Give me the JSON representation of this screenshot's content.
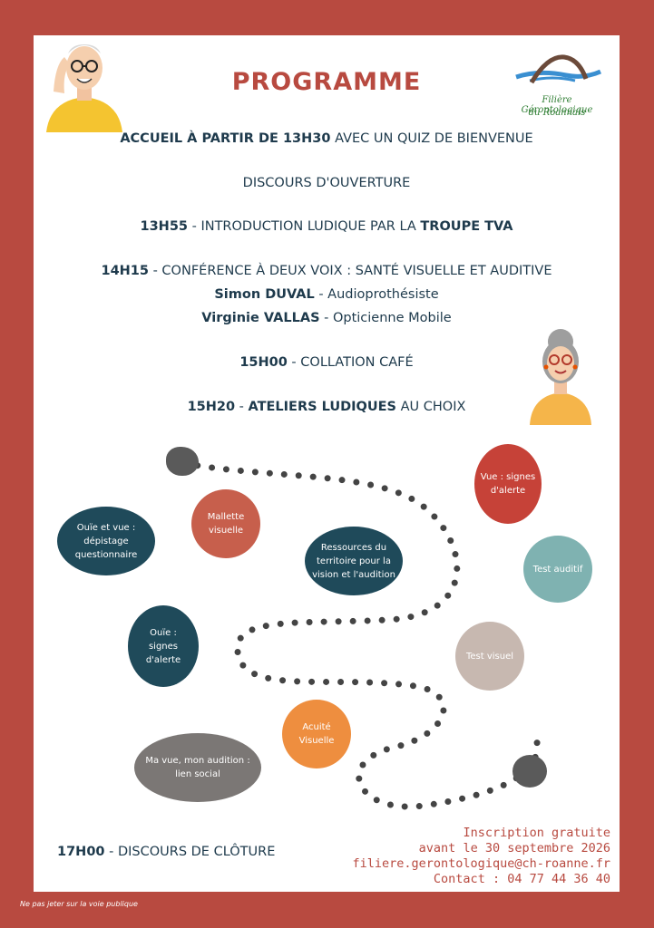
{
  "header": {
    "title": "PROGRAMME",
    "logo_line1": "Filière Gérontologique",
    "logo_line2": "du Roannais"
  },
  "schedule": {
    "l1_bold": "ACCUEIL À PARTIR DE 13H30",
    "l1_text": " AVEC UN QUIZ DE BIENVENUE",
    "l2_text": "DISCOURS D'OUVERTURE",
    "l3_bold": "13H55",
    "l3_text": " - INTRODUCTION LUDIQUE PAR LA ",
    "l3_bold2": "TROUPE TVA",
    "l4_bold": "14H15",
    "l4_text": " - CONFÉRENCE À DEUX VOIX : SANTÉ VISUELLE ET AUDITIVE",
    "l5_bold": "Simon DUVAL",
    "l5_text": " - Audioprothésiste",
    "l6_bold": "Virginie VALLAS",
    "l6_text": " - Opticienne Mobile",
    "l7_bold": "15H00",
    "l7_text": " - COLLATION CAFÉ",
    "l8_bold": "15H20",
    "l8_text": " - ",
    "l8_bold2": "ATELIERS LUDIQUES",
    "l8_text2": " AU CHOIX"
  },
  "workshops": {
    "ouie_vue": "Ouïe et vue :\ndépistage\nquestionnaire",
    "mallette": "Mallette\nvisuelle",
    "ressources": "Ressources du\nterritoire pour la\nvision et l'audition",
    "vue_signes": "Vue : signes\nd'alerte",
    "test_auditif": "Test auditif",
    "ouie_signes": "Ouïe :\nsignes\nd'alerte",
    "test_visuel": "Test visuel",
    "acuite": "Acuité\nVisuelle",
    "lien_social": "Ma vue, mon audition :\nlien social"
  },
  "footer": {
    "closing_bold": "17H00",
    "closing_text": " - DISCOURS DE CLÔTURE",
    "inscription": "Inscription gratuite",
    "deadline": "avant le 30 septembre 2026",
    "email": "filiere.gerontologique@ch-roanne.fr",
    "contact": "Contact : 04 77 44 36 40",
    "disclaimer": "Ne pas jeter sur la voie publique"
  },
  "colors": {
    "frame": "#b84a40",
    "navy": "#1f4a5a",
    "teal": "#7fb2b1",
    "orange": "#ee8e3f"
  }
}
